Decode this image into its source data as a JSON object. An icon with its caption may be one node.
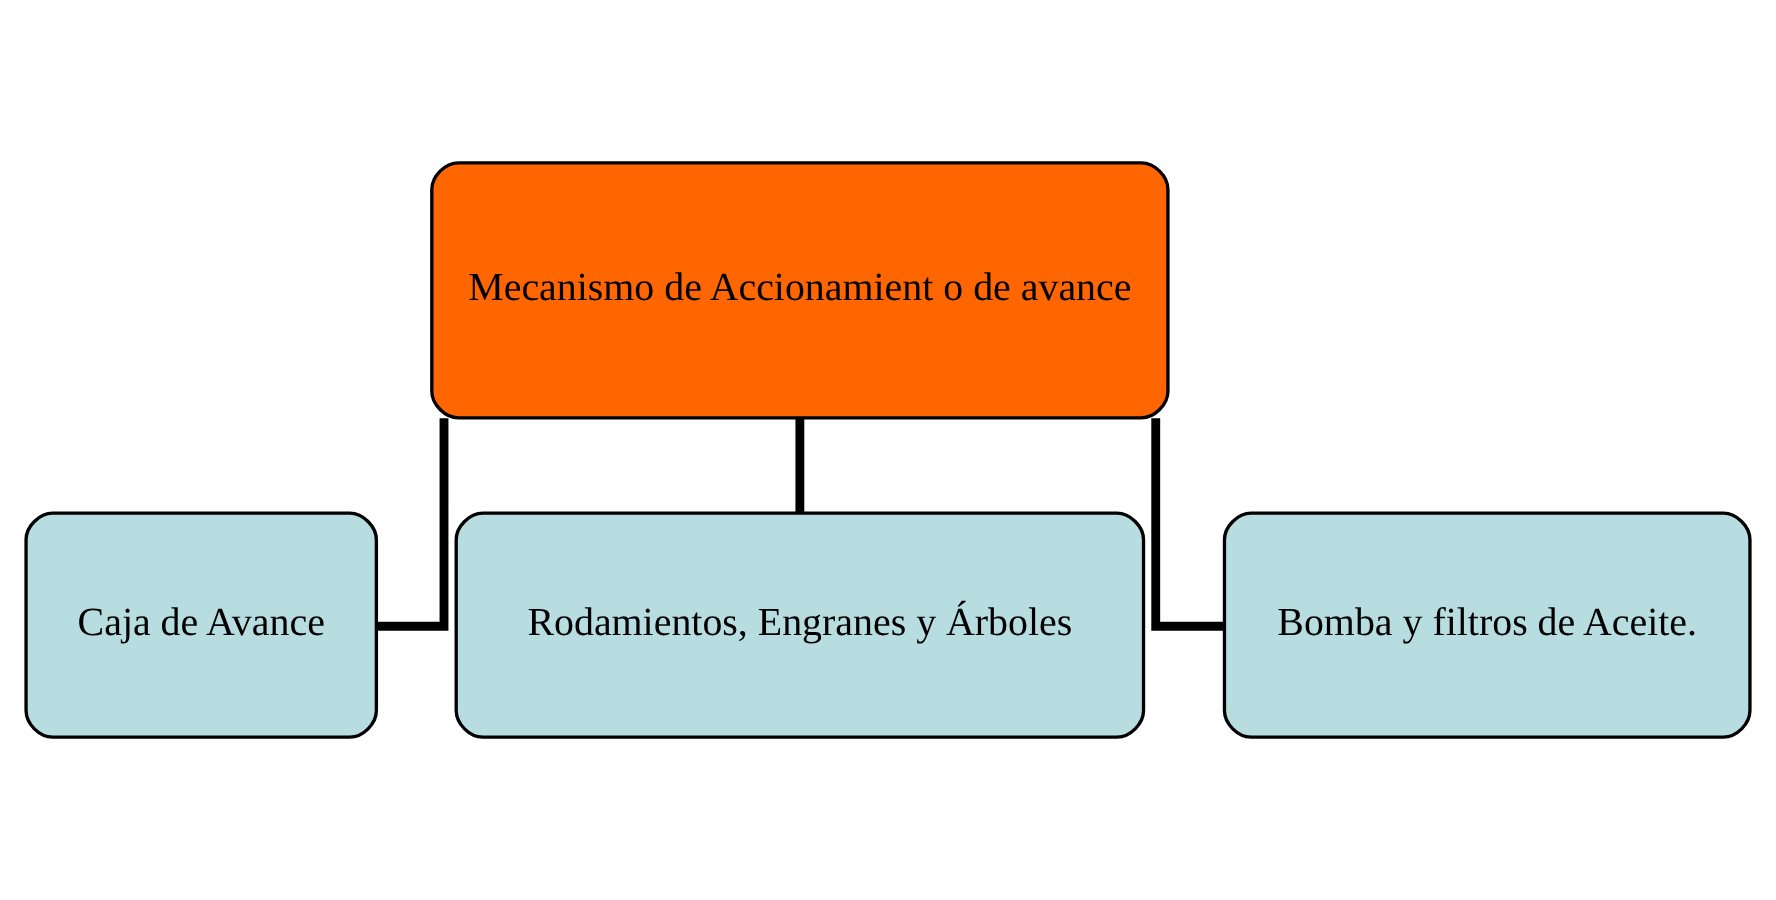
{
  "diagram": {
    "nodes": [
      {
        "text": [
          "Mecanismo de Accionamient o de avance"
        ]
      },
      {
        "text": [
          "Caja de Avance"
        ]
      },
      {
        "text": [
          "Rodamientos, Engranes y Árboles"
        ]
      },
      {
        "text": [
          "Bomba y filtros de Aceite."
        ]
      }
    ],
    "edges": [
      {
        "from": 0,
        "to": 1,
        "arrow": "none"
      },
      {
        "from": 0,
        "to": 2,
        "arrow": "none"
      },
      {
        "from": 0,
        "to": 3,
        "arrow": "none"
      }
    ]
  }
}
